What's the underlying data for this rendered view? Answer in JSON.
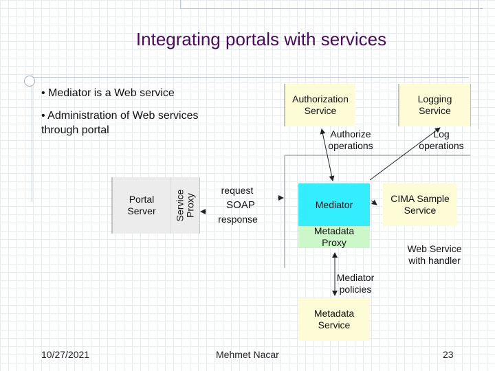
{
  "slide": {
    "title": "Integrating portals with services",
    "bullets": [
      "• Mediator is a Web service",
      "• Administration of Web services\nthrough portal"
    ],
    "footer": {
      "date": "10/27/2021",
      "author": "Mehmet Nacar",
      "page": "23"
    }
  },
  "diagram": {
    "portal_server": "Portal\nServer",
    "service_proxy": "Service\nProxy",
    "request": "request",
    "soap": "SOAP",
    "response": "response",
    "authorization_service": "Authorization\nService",
    "logging_service": "Logging\nService",
    "authorize_operations": "Authorize\noperations",
    "log_operations": "Log\noperations",
    "mediator": "Mediator",
    "metadata_proxy": "Metadata\nProxy",
    "cima_sample_service": "CIMA Sample\nService",
    "web_service_with_handler": "Web Service\nwith handler",
    "mediator_policies": "Mediator\npolicies",
    "metadata_service": "Metadata\nService"
  }
}
